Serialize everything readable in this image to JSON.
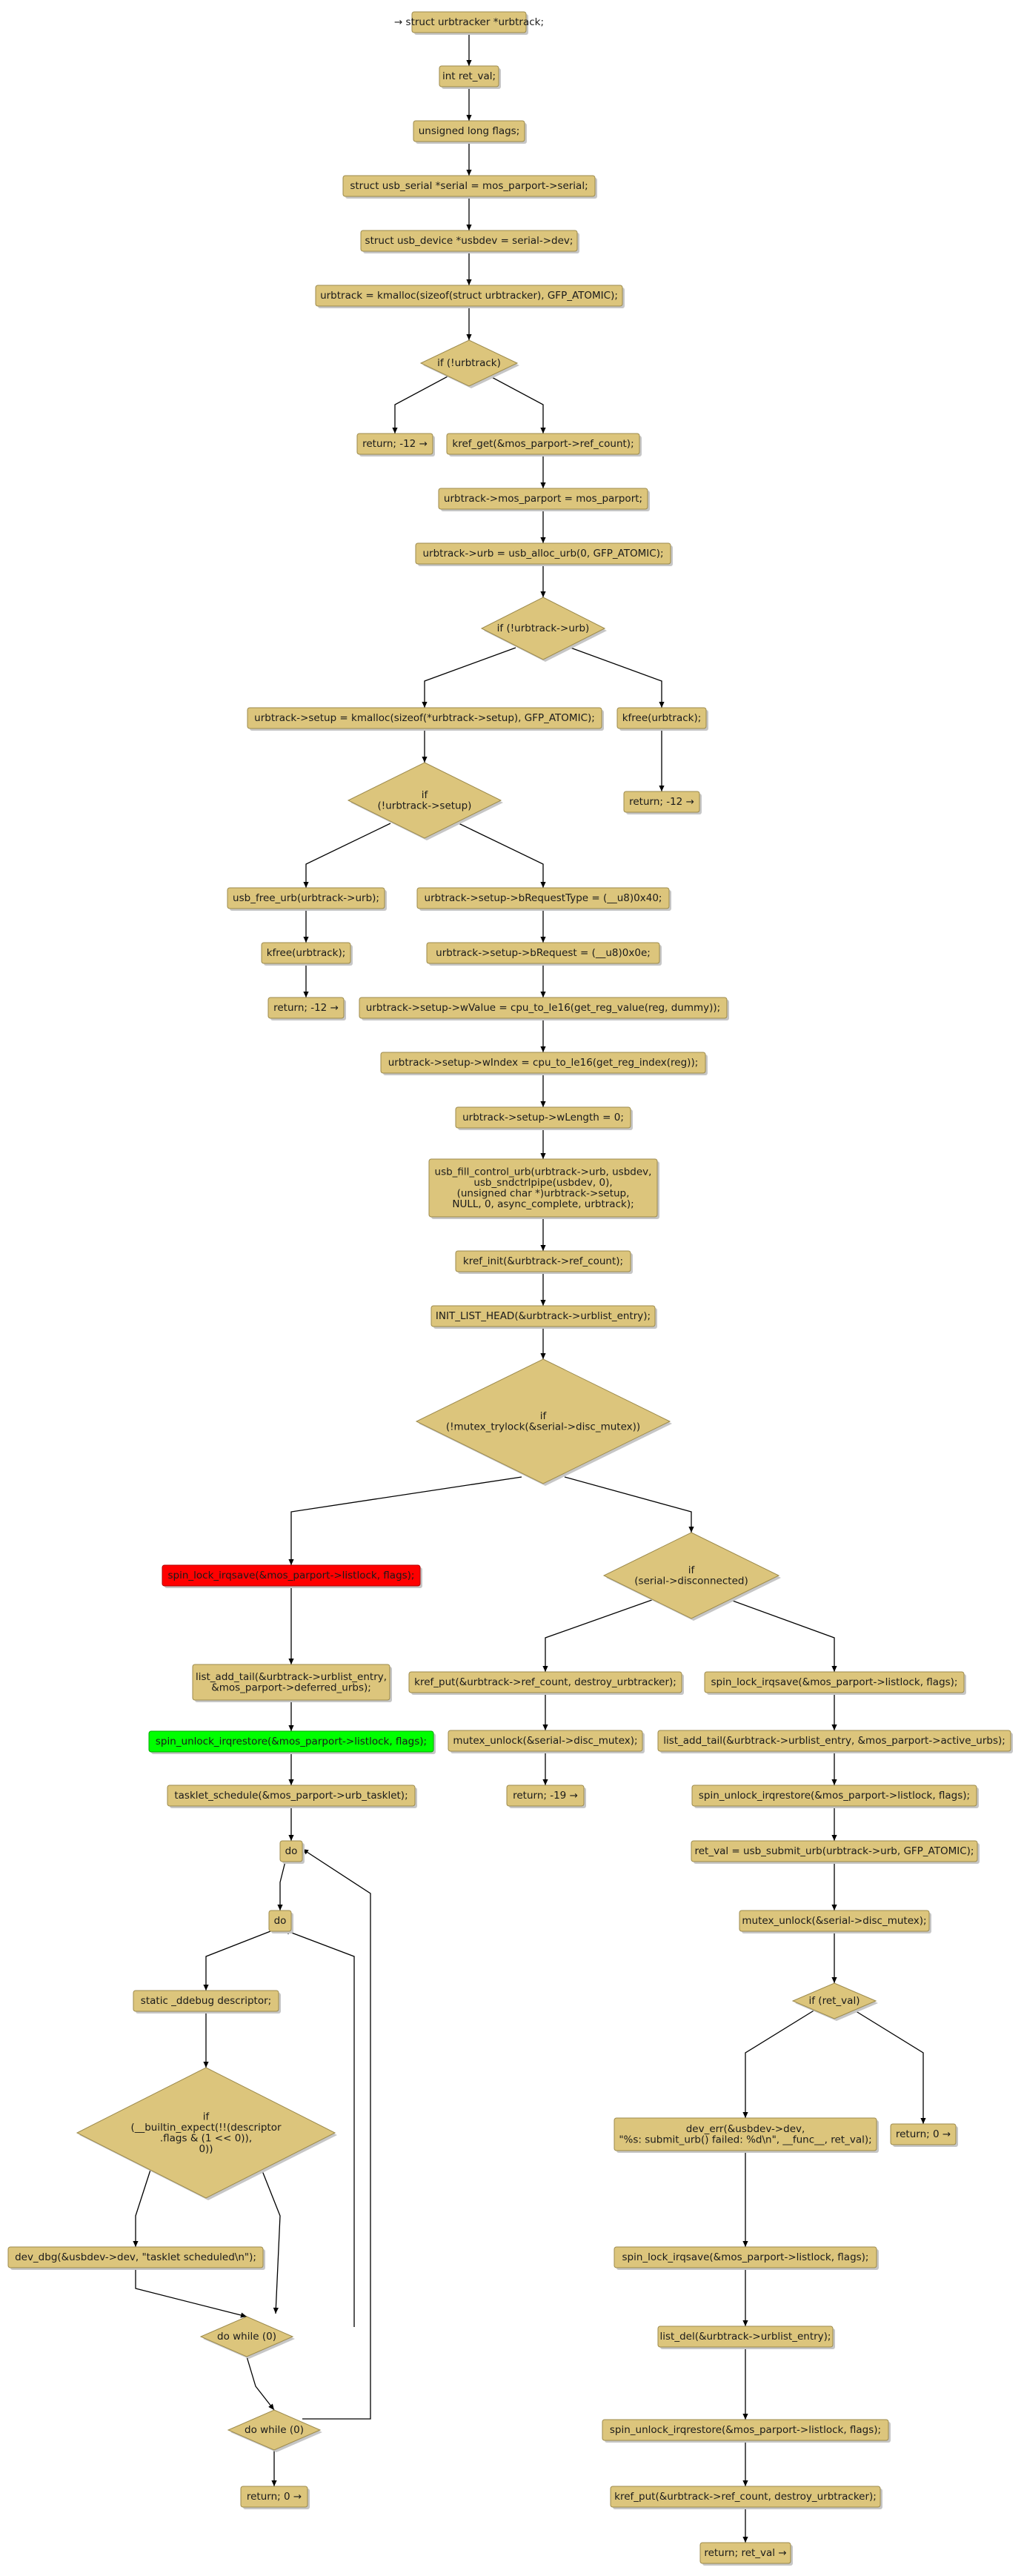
{
  "flowchart": {
    "nodes": {
      "n0": [
        "→ struct urbtracker *urbtrack;"
      ],
      "n1": [
        "int ret_val;"
      ],
      "n2": [
        "unsigned long flags;"
      ],
      "n3": [
        "struct usb_serial *serial = mos_parport->serial;"
      ],
      "n4": [
        "struct usb_device *usbdev = serial->dev;"
      ],
      "n5": [
        "urbtrack = kmalloc(sizeof(struct urbtracker), GFP_ATOMIC);"
      ],
      "d1": [
        "if (!urbtrack)"
      ],
      "r1": [
        "return; -12 →"
      ],
      "n6": [
        "kref_get(&mos_parport->ref_count);"
      ],
      "n7": [
        "urbtrack->mos_parport = mos_parport;"
      ],
      "n8": [
        "urbtrack->urb = usb_alloc_urb(0, GFP_ATOMIC);"
      ],
      "d2": [
        "if (!urbtrack->urb)"
      ],
      "n9": [
        "urbtrack->setup = kmalloc(sizeof(*urbtrack->setup), GFP_ATOMIC);"
      ],
      "k1": [
        "kfree(urbtrack);"
      ],
      "r2": [
        "return; -12 →"
      ],
      "d3": [
        "if",
        "(!urbtrack->setup)"
      ],
      "u1": [
        "usb_free_urb(urbtrack->urb);"
      ],
      "k2": [
        "kfree(urbtrack);"
      ],
      "r3": [
        "return; -12 →"
      ],
      "s1": [
        "urbtrack->setup->bRequestType = (__u8)0x40;"
      ],
      "s2": [
        "urbtrack->setup->bRequest = (__u8)0x0e;"
      ],
      "s3": [
        "urbtrack->setup->wValue = cpu_to_le16(get_reg_value(reg, dummy));"
      ],
      "s4": [
        "urbtrack->setup->wIndex = cpu_to_le16(get_reg_index(reg));"
      ],
      "s5": [
        "urbtrack->setup->wLength = 0;"
      ],
      "s6": [
        "usb_fill_control_urb(urbtrack->urb, usbdev,",
        "usb_sndctrlpipe(usbdev, 0),",
        "(unsigned char *)urbtrack->setup,",
        "NULL, 0, async_complete, urbtrack);"
      ],
      "s7": [
        "kref_init(&urbtrack->ref_count);"
      ],
      "s8": [
        "INIT_LIST_HEAD(&urbtrack->urblist_entry);"
      ],
      "d4": [
        "if",
        "(!mutex_trylock(&serial->disc_mutex))"
      ],
      "l1": [
        "spin_lock_irqsave(&mos_parport->listlock, flags);"
      ],
      "l2": [
        "list_add_tail(&urbtrack->urblist_entry,",
        "&mos_parport->deferred_urbs);"
      ],
      "l3": [
        "spin_unlock_irqrestore(&mos_parport->listlock, flags);"
      ],
      "l4": [
        "tasklet_schedule(&mos_parport->urb_tasklet);"
      ],
      "do1": [
        "do"
      ],
      "do2": [
        "do"
      ],
      "dd": [
        "static _ddebug descriptor;"
      ],
      "d6": [
        "if",
        "(__builtin_expect(!!(descriptor",
        ".flags & (1 << 0)),",
        "0))"
      ],
      "dbg": [
        "dev_dbg(&usbdev->dev, \"tasklet scheduled\\n\");"
      ],
      "w1": [
        "do while (0)"
      ],
      "w2": [
        "do while (0)"
      ],
      "r4": [
        "return; 0 →"
      ],
      "d5": [
        "if",
        "(serial->disconnected)"
      ],
      "kp": [
        "kref_put(&urbtrack->ref_count, destroy_urbtracker);"
      ],
      "mu": [
        "mutex_unlock(&serial->disc_mutex);"
      ],
      "r5": [
        "return; -19 →"
      ],
      "q1": [
        "spin_lock_irqsave(&mos_parport->listlock, flags);"
      ],
      "q2": [
        "list_add_tail(&urbtrack->urblist_entry, &mos_parport->active_urbs);"
      ],
      "q3": [
        "spin_unlock_irqrestore(&mos_parport->listlock, flags);"
      ],
      "q4": [
        "ret_val = usb_submit_urb(urbtrack->urb, GFP_ATOMIC);"
      ],
      "q5": [
        "mutex_unlock(&serial->disc_mutex);"
      ],
      "d7": [
        "if (ret_val)"
      ],
      "e1": [
        "dev_err(&usbdev->dev,",
        "\"%s: submit_urb() failed: %d\\n\", __func__, ret_val);"
      ],
      "r6": [
        "return; 0 →"
      ],
      "e2": [
        "spin_lock_irqsave(&mos_parport->listlock, flags);"
      ],
      "e3": [
        "list_del(&urbtrack->urblist_entry);"
      ],
      "e4": [
        "spin_unlock_irqrestore(&mos_parport->listlock, flags);"
      ],
      "e5": [
        "kref_put(&urbtrack->ref_count, destroy_urbtracker);"
      ],
      "r7": [
        "return; ret_val →"
      ]
    }
  }
}
